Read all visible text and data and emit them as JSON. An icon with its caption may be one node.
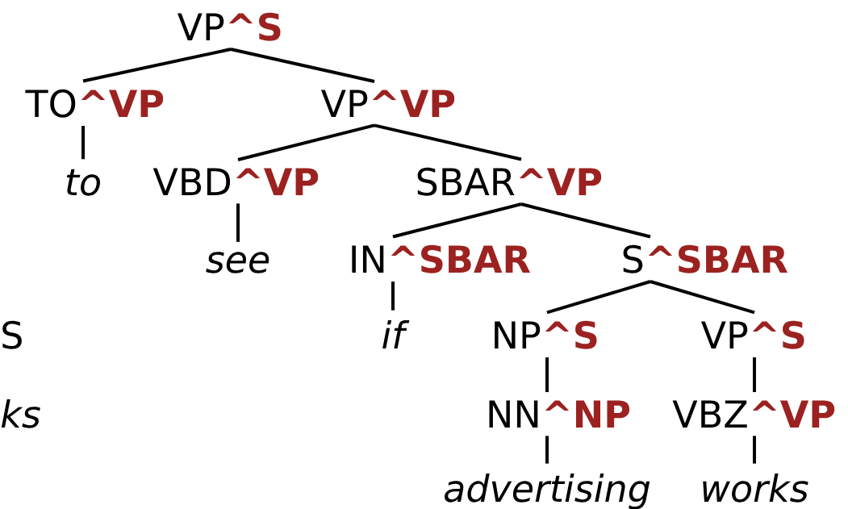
{
  "diagram": {
    "nodes": [
      {
        "text": [
          "VP",
          "^S"
        ]
      },
      {
        "text": [
          "TO",
          "^VP"
        ]
      },
      {
        "text": [
          "VP",
          "^VP"
        ]
      },
      {
        "text": [
          "to"
        ]
      },
      {
        "text": [
          "VBD",
          "^VP"
        ]
      },
      {
        "text": [
          "SBAR",
          "^VP"
        ]
      },
      {
        "text": [
          "see"
        ]
      },
      {
        "text": [
          "IN",
          "^SBAR"
        ]
      },
      {
        "text": [
          "S",
          "^SBAR"
        ]
      },
      {
        "text": [
          "if"
        ]
      },
      {
        "text": [
          "NP",
          "^S"
        ]
      },
      {
        "text": [
          "VP",
          "^S"
        ]
      },
      {
        "text": [
          "NN",
          "^NP"
        ]
      },
      {
        "text": [
          "VBZ",
          "^VP"
        ]
      },
      {
        "text": [
          "advertising"
        ]
      },
      {
        "text": [
          "works"
        ]
      }
    ],
    "edges": [
      {
        "from": 0,
        "to": 1,
        "arrow": "none"
      },
      {
        "from": 0,
        "to": 2,
        "arrow": "none"
      },
      {
        "from": 1,
        "to": 3,
        "arrow": "none"
      },
      {
        "from": 2,
        "to": 4,
        "arrow": "none"
      },
      {
        "from": 2,
        "to": 5,
        "arrow": "none"
      },
      {
        "from": 4,
        "to": 6,
        "arrow": "none"
      },
      {
        "from": 5,
        "to": 7,
        "arrow": "none"
      },
      {
        "from": 5,
        "to": 8,
        "arrow": "none"
      },
      {
        "from": 7,
        "to": 9,
        "arrow": "none"
      },
      {
        "from": 8,
        "to": 10,
        "arrow": "none"
      },
      {
        "from": 8,
        "to": 11,
        "arrow": "none"
      },
      {
        "from": 10,
        "to": 12,
        "arrow": "none"
      },
      {
        "from": 11,
        "to": 13,
        "arrow": "none"
      },
      {
        "from": 12,
        "to": 14,
        "arrow": "none"
      },
      {
        "from": 13,
        "to": 15,
        "arrow": "none"
      }
    ],
    "labels": [
      "S",
      "ks"
    ]
  }
}
